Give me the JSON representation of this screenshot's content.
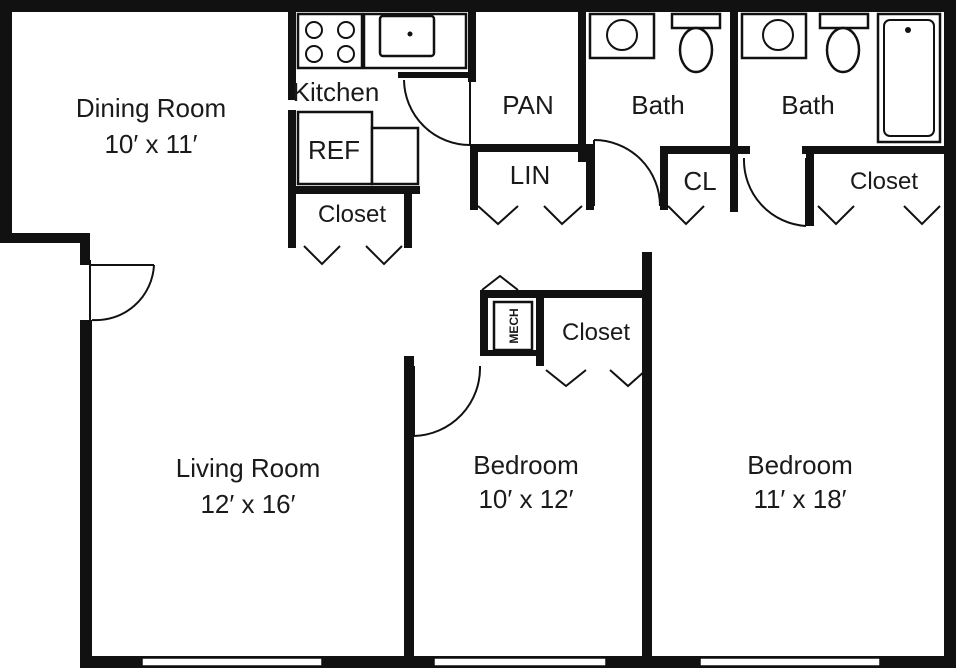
{
  "rooms": {
    "dining": {
      "name": "Dining Room",
      "size": "10′ x 11′"
    },
    "kitchen": {
      "name": "Kitchen"
    },
    "ref": {
      "name": "REF"
    },
    "kitchen_closet": {
      "name": "Closet"
    },
    "pantry": {
      "name": "PAN"
    },
    "linen": {
      "name": "LIN"
    },
    "bath1": {
      "name": "Bath"
    },
    "closet_cl": {
      "name": "CL"
    },
    "bath2": {
      "name": "Bath"
    },
    "bath2_closet": {
      "name": "Closet"
    },
    "mech": {
      "name": "MECH"
    },
    "bedroom1_closet": {
      "name": "Closet"
    },
    "living": {
      "name": "Living Room",
      "size": "12′ x 16′"
    },
    "bedroom1": {
      "name": "Bedroom",
      "size": "10′ x 12′"
    },
    "bedroom2": {
      "name": "Bedroom",
      "size": "11′ x 18′"
    }
  }
}
